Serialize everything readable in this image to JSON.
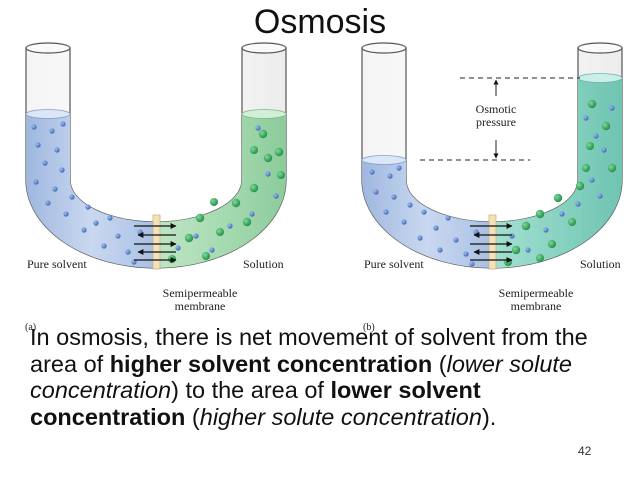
{
  "title": "Osmosis",
  "panel_a": {
    "letter": "(a)",
    "left_label": "Pure solvent",
    "right_label": "Solution",
    "membrane_line1": "Semipermeable",
    "membrane_line2": "membrane"
  },
  "panel_b": {
    "letter": "(b)",
    "left_label": "Pure solvent",
    "right_label": "Solution",
    "membrane_line1": "Semipermeable",
    "membrane_line2": "membrane",
    "pressure_line1": "Osmotic",
    "pressure_line2": "pressure"
  },
  "caption": {
    "part1": "In osmosis, there is net movement of solvent from the area of ",
    "bold1": "higher solvent concentration",
    "part2": " (",
    "italic1": "lower solute concentration",
    "part3": ") to the area of ",
    "bold2": "lower solvent concentration",
    "part4": " (",
    "italic2": "higher solute concentration",
    "part5": ")."
  },
  "page_number": "42",
  "colors": {
    "solvent": "#b9cde9",
    "solution_a": "#a7dcb0",
    "solution_b": "#8ed7c6",
    "solute_dot": "#37a85b",
    "solvent_dot": "#5f87cc",
    "membrane": "#f3e2b8",
    "tube_stroke": "#555555"
  }
}
